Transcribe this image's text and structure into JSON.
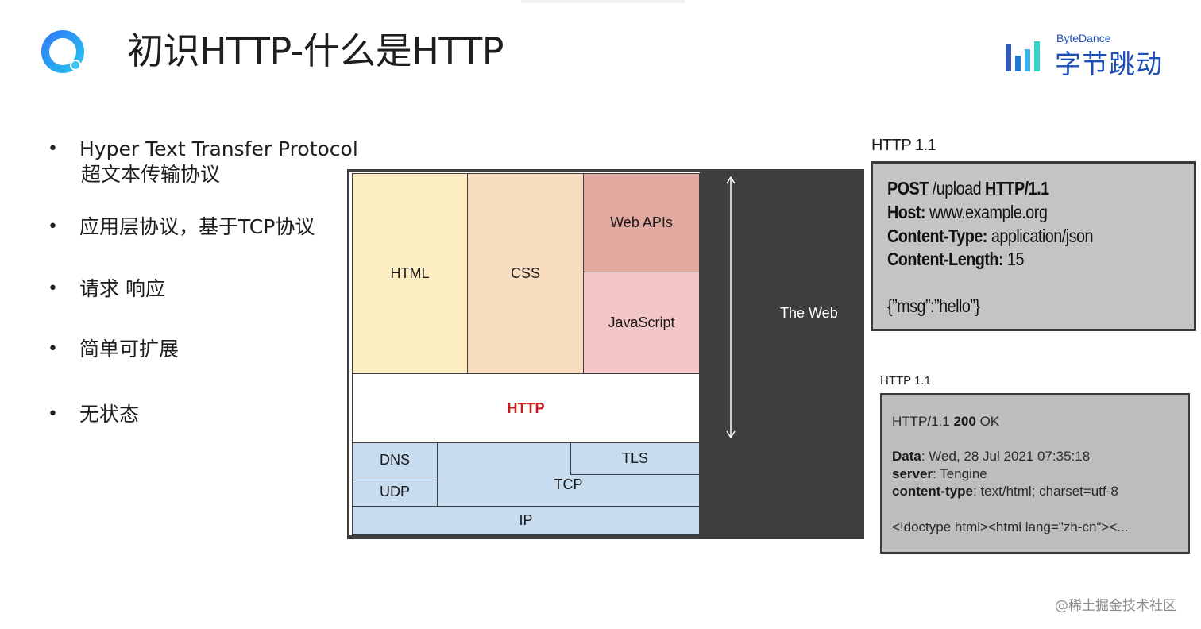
{
  "header": {
    "title": "初识HTTP-什么是HTTP",
    "brand_en": "ByteDance",
    "brand_cn": "字节跳动"
  },
  "bullets": [
    {
      "text": "Hyper Text Transfer Protocol",
      "sub": "超文本传输协议"
    },
    {
      "text": "应用层协议，基于TCP协议"
    },
    {
      "text": "请求 响应"
    },
    {
      "text": "简单可扩展"
    },
    {
      "text": "无状态"
    }
  ],
  "diagram": {
    "html": "HTML",
    "css": "CSS",
    "web_apis": "Web APIs",
    "javascript": "JavaScript",
    "http": "HTTP",
    "dns": "DNS",
    "udp": "UDP",
    "tcp": "TCP",
    "tls": "TLS",
    "ip": "IP",
    "web": "The Web"
  },
  "request": {
    "caption": "HTTP 1.1",
    "method": "POST",
    "path": " /upload ",
    "version": "HTTP/1.1",
    "host_key": "Host:",
    "host_val": " www.example.org",
    "ctype_key": "Content-Type:",
    "ctype_val": " application/json",
    "clen_key": "Content-Length:",
    "clen_val": " 15",
    "body": "{”msg”:”hello”}"
  },
  "response": {
    "caption": "HTTP 1.1",
    "status_prefix": "HTTP/1.1 ",
    "status_code": "200",
    "status_text": " OK",
    "data_key": "Data",
    "data_val": ": Wed, 28 Jul 2021 07:35:18",
    "server_key": "server",
    "server_val": ": Tengine",
    "ctype_key": "content-type",
    "ctype_val": ": text/html; charset=utf-8",
    "body": "<!doctype html><html lang=\"zh-cn\"><..."
  },
  "watermark": "@稀土掘金技术社区",
  "colors": {
    "accent": "#1d4fb8",
    "http_red": "#c81d1d",
    "web_panel": "#3e3e40"
  }
}
